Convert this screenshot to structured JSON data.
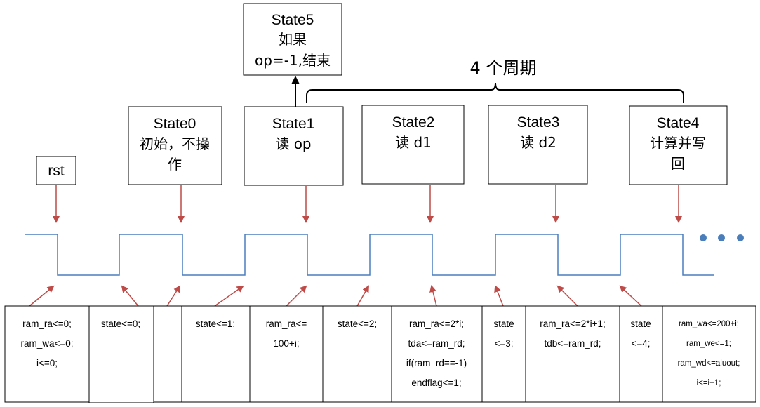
{
  "states": [
    {
      "id": "rst",
      "lines": [
        "rst"
      ]
    },
    {
      "id": "state0",
      "lines": [
        "State0",
        "初始，不操",
        "作"
      ]
    },
    {
      "id": "state1",
      "lines": [
        "State1",
        "读 op"
      ]
    },
    {
      "id": "state2",
      "lines": [
        "State2",
        "读 d1"
      ]
    },
    {
      "id": "state3",
      "lines": [
        "State3",
        "读 d2"
      ]
    },
    {
      "id": "state4",
      "lines": [
        "State4",
        "计算并写",
        "回"
      ]
    },
    {
      "id": "state5",
      "lines": [
        "State5",
        "如果",
        "op=-1,结束"
      ]
    }
  ],
  "period_label": "4 个周期",
  "code_boxes": [
    {
      "id": "code-reset",
      "lines": [
        "ram_ra<=0;",
        "ram_wa<=0;",
        "i<=0;"
      ]
    },
    {
      "id": "code-state0",
      "lines": [
        "state<=0;"
      ]
    },
    {
      "id": "code-empty",
      "lines": []
    },
    {
      "id": "code-state1",
      "lines": [
        "state<=1;"
      ]
    },
    {
      "id": "code-read-op",
      "lines": [
        "ram_ra<=",
        "100+i;"
      ]
    },
    {
      "id": "code-state2",
      "lines": [
        "state<=2;"
      ]
    },
    {
      "id": "code-read-d1",
      "lines": [
        "ram_ra<=2*i;",
        "tda<=ram_rd;",
        "if(ram_rd==-1)",
        "endflag<=1;"
      ]
    },
    {
      "id": "code-state3",
      "lines": [
        "state",
        "<=3;"
      ]
    },
    {
      "id": "code-read-d2",
      "lines": [
        "ram_ra<=2*i+1;",
        "tdb<=ram_rd;"
      ]
    },
    {
      "id": "code-state4",
      "lines": [
        "state",
        "<=4;"
      ]
    },
    {
      "id": "code-writeback",
      "lines": [
        "ram_wa<=200+i;",
        "ram_we<=1;",
        "ram_wd<=aluout;",
        "i<=i+1;"
      ]
    }
  ],
  "colors": {
    "clock": "#4a7ebb",
    "arrow": "#be4b48",
    "box_border": "#000000",
    "dots": "#4a7ebb"
  }
}
